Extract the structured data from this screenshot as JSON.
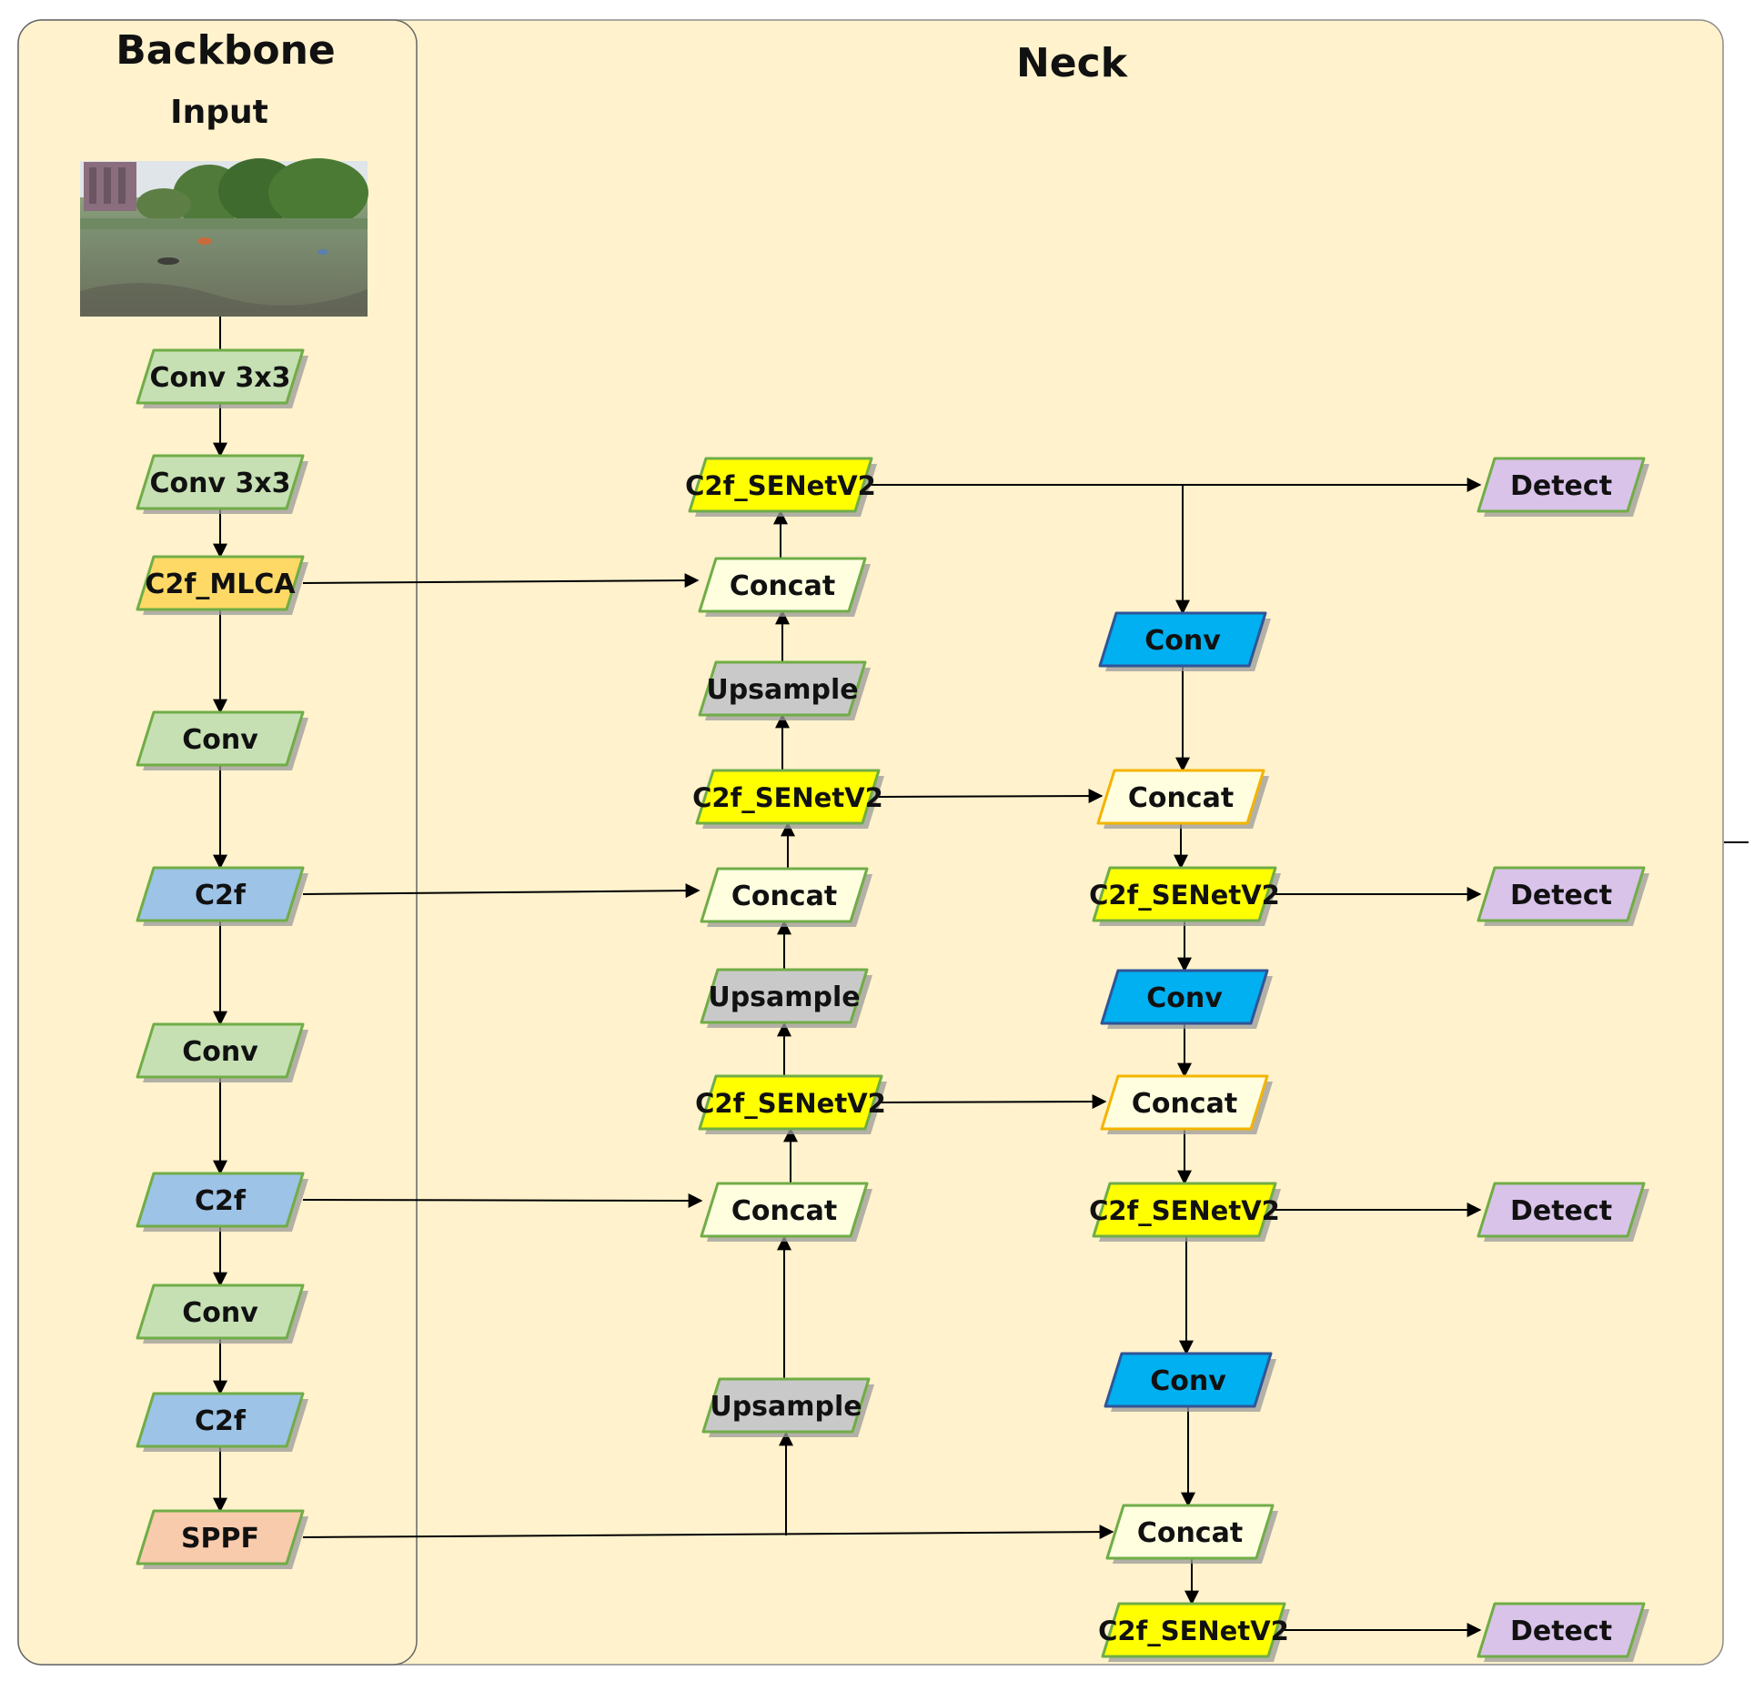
{
  "titles": {
    "backbone": "Backbone",
    "neck": "Neck",
    "input": "Input"
  },
  "colors": {
    "panel_fill": "#fff2cc",
    "light_green": "#c6e0b4",
    "light_blue": "#9dc3e6",
    "orange": "#ffd966",
    "salmon": "#f8cbad",
    "yellow": "#ffff00",
    "pale_yellow": "#ffffe0",
    "gray": "#c9c9c9",
    "bright_blue": "#00b0f0",
    "lavender": "#d9c3e9",
    "green_border": "#70ad47",
    "yellow_border": "#f4b400",
    "blue_border": "#2f5597",
    "gray_border": "#7f7f7f"
  },
  "nodes": [
    {
      "id": "b_conv1",
      "label": "Conv  3x3",
      "color": "light_green",
      "border": "green_border"
    },
    {
      "id": "b_conv2",
      "label": "Conv 3x3",
      "color": "light_green",
      "border": "green_border"
    },
    {
      "id": "b_mlca",
      "label": "C2f_MLCA",
      "color": "orange",
      "border": "green_border"
    },
    {
      "id": "b_conv3",
      "label": "Conv",
      "color": "light_green",
      "border": "green_border"
    },
    {
      "id": "b_c2f1",
      "label": "C2f",
      "color": "light_blue",
      "border": "green_border"
    },
    {
      "id": "b_conv4",
      "label": "Conv",
      "color": "light_green",
      "border": "green_border"
    },
    {
      "id": "b_c2f2",
      "label": "C2f",
      "color": "light_blue",
      "border": "green_border"
    },
    {
      "id": "b_conv5",
      "label": "Conv",
      "color": "light_green",
      "border": "green_border"
    },
    {
      "id": "b_c2f3",
      "label": "C2f",
      "color": "light_blue",
      "border": "green_border"
    },
    {
      "id": "b_sppf",
      "label": "SPPF",
      "color": "salmon",
      "border": "green_border"
    },
    {
      "id": "n_se_top",
      "label": "C2f_SENetV2",
      "color": "yellow",
      "border": "green_border"
    },
    {
      "id": "n_cat1",
      "label": "Concat",
      "color": "pale_yellow",
      "border": "green_border"
    },
    {
      "id": "n_up1",
      "label": "Upsample",
      "color": "gray",
      "border": "green_border"
    },
    {
      "id": "n_se2",
      "label": "C2f_SENetV2",
      "color": "yellow",
      "border": "green_border"
    },
    {
      "id": "n_cat2",
      "label": "Concat",
      "color": "pale_yellow",
      "border": "green_border"
    },
    {
      "id": "n_up2",
      "label": "Upsample",
      "color": "gray",
      "border": "green_border"
    },
    {
      "id": "n_se3",
      "label": "C2f_SENetV2",
      "color": "yellow",
      "border": "green_border"
    },
    {
      "id": "n_cat3",
      "label": "Concat",
      "color": "pale_yellow",
      "border": "green_border"
    },
    {
      "id": "n_up3",
      "label": "Upsample",
      "color": "gray",
      "border": "green_border"
    },
    {
      "id": "r_conv1",
      "label": "Conv",
      "color": "bright_blue",
      "border": "blue_border"
    },
    {
      "id": "r_cat1",
      "label": "Concat",
      "color": "pale_yellow",
      "border": "yellow_border"
    },
    {
      "id": "r_se1",
      "label": "C2f_SENetV2",
      "color": "yellow",
      "border": "green_border"
    },
    {
      "id": "r_conv2",
      "label": "Conv",
      "color": "bright_blue",
      "border": "blue_border"
    },
    {
      "id": "r_cat2",
      "label": "Concat",
      "color": "pale_yellow",
      "border": "yellow_border"
    },
    {
      "id": "r_se2",
      "label": "C2f_SENetV2",
      "color": "yellow",
      "border": "green_border"
    },
    {
      "id": "r_conv3",
      "label": "Conv",
      "color": "bright_blue",
      "border": "blue_border"
    },
    {
      "id": "r_cat3",
      "label": "Concat",
      "color": "pale_yellow",
      "border": "green_border"
    },
    {
      "id": "r_se3",
      "label": "C2f_SENetV2",
      "color": "yellow",
      "border": "green_border"
    },
    {
      "id": "d1",
      "label": "Detect",
      "color": "lavender",
      "border": "green_border"
    },
    {
      "id": "d2",
      "label": "Detect",
      "color": "lavender",
      "border": "green_border"
    },
    {
      "id": "d3",
      "label": "Detect",
      "color": "lavender",
      "border": "green_border"
    },
    {
      "id": "d4",
      "label": "Detect",
      "color": "lavender",
      "border": "green_border"
    }
  ]
}
